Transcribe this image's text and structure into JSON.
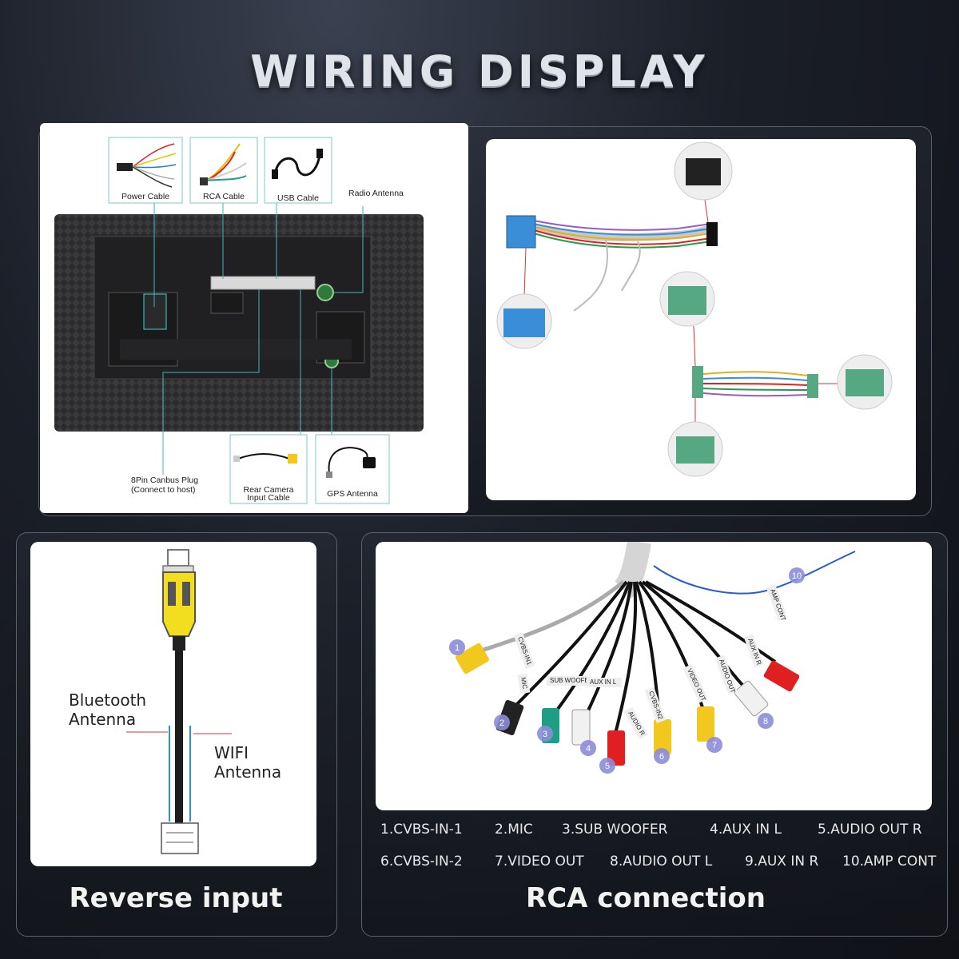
{
  "title": "WIRING DISPLAY",
  "head_unit": {
    "labels": {
      "power_cable": "Power Cable",
      "rca_cable": "RCA Cable",
      "usb_cable": "USB Cable",
      "radio_antenna": "Radio Antenna",
      "canbus_plug_1": "8Pin Canbus Plug",
      "canbus_plug_2": "(Connect to host)",
      "rear_camera_1": "Rear Camera",
      "rear_camera_2": "Input Cable",
      "gps_antenna": "GPS Antenna"
    }
  },
  "reverse": {
    "bluetooth_1": "Bluetooth",
    "bluetooth_2": "Antenna",
    "wifi_1": "WIFI",
    "wifi_2": "Antenna",
    "caption": "Reverse input"
  },
  "rca": {
    "caption": "RCA connection",
    "tags": [
      "CVBS-IN1",
      "MIC",
      "SUB WOOFER",
      "AUX IN L",
      "AUDIO R",
      "CVBS-IN2",
      "VIDEO OUT",
      "AUDIO OUT",
      "AUX IN R",
      "AMP CONT"
    ],
    "numbers": [
      "1",
      "2",
      "3",
      "4",
      "5",
      "6",
      "7",
      "8",
      "10"
    ],
    "legend": [
      "1.CVBS-IN-1",
      "2.MIC",
      "3.SUB WOOFER",
      "4.AUX IN L",
      "5.AUDIO OUT R",
      "6.CVBS-IN-2",
      "7.VIDEO OUT",
      "8.AUDIO OUT L",
      "9.AUX IN R",
      "10.AMP CONT"
    ]
  },
  "colors": {
    "rca_yellow": "#f2c81e",
    "rca_red": "#e02020",
    "rca_white": "#f1f1f1",
    "rca_teal": "#1e9e84",
    "badge_purple": "#8c8cd8",
    "harness_blue": "#3a8ed8",
    "harness_green": "#56a882"
  }
}
